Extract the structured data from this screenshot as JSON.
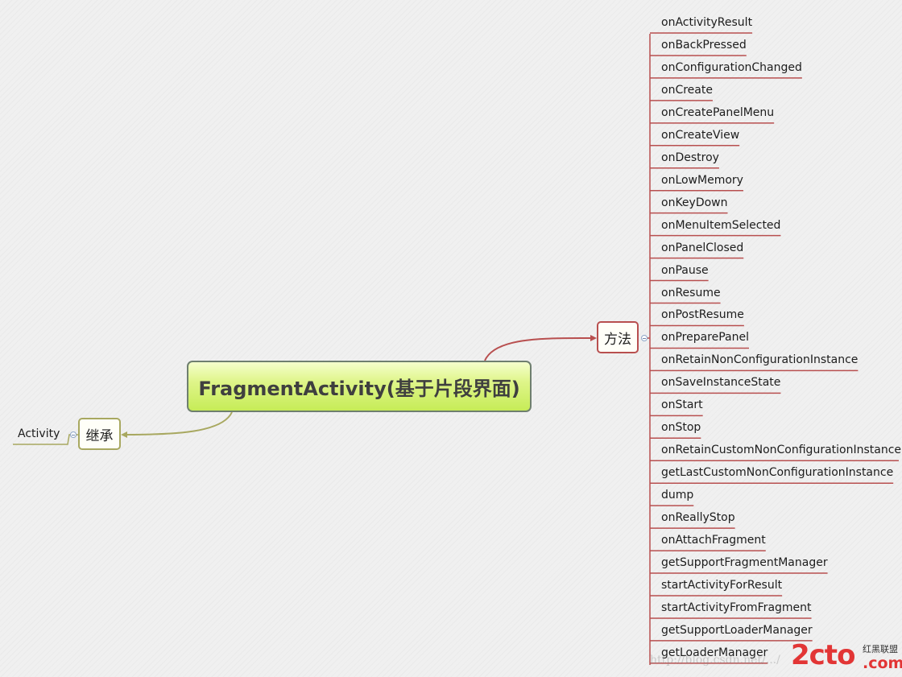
{
  "central_topic": "FragmentActivity(基于片段界面)",
  "branches": {
    "methods": {
      "label": "方法",
      "items": [
        "onActivityResult",
        "onBackPressed",
        "onConfigurationChanged",
        "onCreate",
        "onCreatePanelMenu",
        "onCreateView",
        "onDestroy",
        "onLowMemory",
        "onKeyDown",
        "onMenuItemSelected",
        "onPanelClosed",
        "onPause",
        "onResume",
        "onPostResume",
        "onPreparePanel",
        "onRetainNonConfigurationInstance",
        "onSaveInstanceState",
        "onStart",
        "onStop",
        "onRetainCustomNonConfigurationInstance",
        "getLastCustomNonConfigurationInstance",
        "dump",
        "onReallyStop",
        "onAttachFragment",
        "getSupportFragmentManager",
        "startActivityForResult",
        "startActivityFromFragment",
        "getSupportLoaderManager",
        "getLoaderManager"
      ]
    },
    "inherit": {
      "label": "继承",
      "items": [
        "Activity"
      ]
    }
  },
  "watermark": {
    "logo": "2cto",
    "top": "红黑联盟",
    "bottom": ".com",
    "url": "http://blog.csdn.net/.../"
  },
  "colors": {
    "methods_branch": "#b84f4f",
    "inherit_branch": "#a8a860",
    "central_fill": "#d4f070"
  }
}
